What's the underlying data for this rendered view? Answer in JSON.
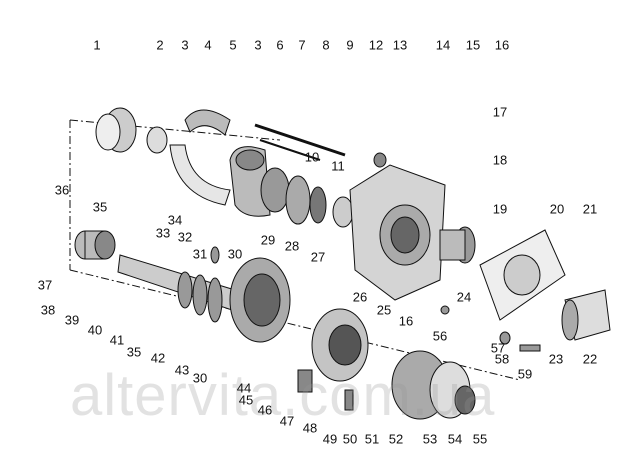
{
  "diagram": {
    "title": "Exploded parts diagram",
    "watermark": "altervita.com.ua",
    "callouts": [
      {
        "id": "c1",
        "label": "1"
      },
      {
        "id": "c2",
        "label": "2"
      },
      {
        "id": "c3a",
        "label": "3"
      },
      {
        "id": "c4",
        "label": "4"
      },
      {
        "id": "c5",
        "label": "5"
      },
      {
        "id": "c3b",
        "label": "3"
      },
      {
        "id": "c6",
        "label": "6"
      },
      {
        "id": "c7",
        "label": "7"
      },
      {
        "id": "c8",
        "label": "8"
      },
      {
        "id": "c9",
        "label": "9"
      },
      {
        "id": "c12",
        "label": "12"
      },
      {
        "id": "c13",
        "label": "13"
      },
      {
        "id": "c14",
        "label": "14"
      },
      {
        "id": "c15",
        "label": "15"
      },
      {
        "id": "c16a",
        "label": "16"
      },
      {
        "id": "c17",
        "label": "17"
      },
      {
        "id": "c18",
        "label": "18"
      },
      {
        "id": "c19",
        "label": "19"
      },
      {
        "id": "c20",
        "label": "20"
      },
      {
        "id": "c21",
        "label": "21"
      },
      {
        "id": "c10",
        "label": "10"
      },
      {
        "id": "c11",
        "label": "11"
      },
      {
        "id": "c36",
        "label": "36"
      },
      {
        "id": "c35a",
        "label": "35"
      },
      {
        "id": "c34",
        "label": "34"
      },
      {
        "id": "c33",
        "label": "33"
      },
      {
        "id": "c32",
        "label": "32"
      },
      {
        "id": "c31",
        "label": "31"
      },
      {
        "id": "c30a",
        "label": "30"
      },
      {
        "id": "c29",
        "label": "29"
      },
      {
        "id": "c28",
        "label": "28"
      },
      {
        "id": "c27",
        "label": "27"
      },
      {
        "id": "c26",
        "label": "26"
      },
      {
        "id": "c25",
        "label": "25"
      },
      {
        "id": "c24",
        "label": "24"
      },
      {
        "id": "c16b",
        "label": "16"
      },
      {
        "id": "c56",
        "label": "56"
      },
      {
        "id": "c57",
        "label": "57"
      },
      {
        "id": "c58",
        "label": "58"
      },
      {
        "id": "c59",
        "label": "59"
      },
      {
        "id": "c23",
        "label": "23"
      },
      {
        "id": "c22",
        "label": "22"
      },
      {
        "id": "c37",
        "label": "37"
      },
      {
        "id": "c38",
        "label": "38"
      },
      {
        "id": "c39",
        "label": "39"
      },
      {
        "id": "c40",
        "label": "40"
      },
      {
        "id": "c41",
        "label": "41"
      },
      {
        "id": "c35b",
        "label": "35"
      },
      {
        "id": "c42",
        "label": "42"
      },
      {
        "id": "c43",
        "label": "43"
      },
      {
        "id": "c30b",
        "label": "30"
      },
      {
        "id": "c44",
        "label": "44"
      },
      {
        "id": "c45",
        "label": "45"
      },
      {
        "id": "c46",
        "label": "46"
      },
      {
        "id": "c47",
        "label": "47"
      },
      {
        "id": "c48",
        "label": "48"
      },
      {
        "id": "c49",
        "label": "49"
      },
      {
        "id": "c50",
        "label": "50"
      },
      {
        "id": "c51",
        "label": "51"
      },
      {
        "id": "c52",
        "label": "52"
      },
      {
        "id": "c53",
        "label": "53"
      },
      {
        "id": "c54",
        "label": "54"
      },
      {
        "id": "c55",
        "label": "55"
      }
    ]
  }
}
